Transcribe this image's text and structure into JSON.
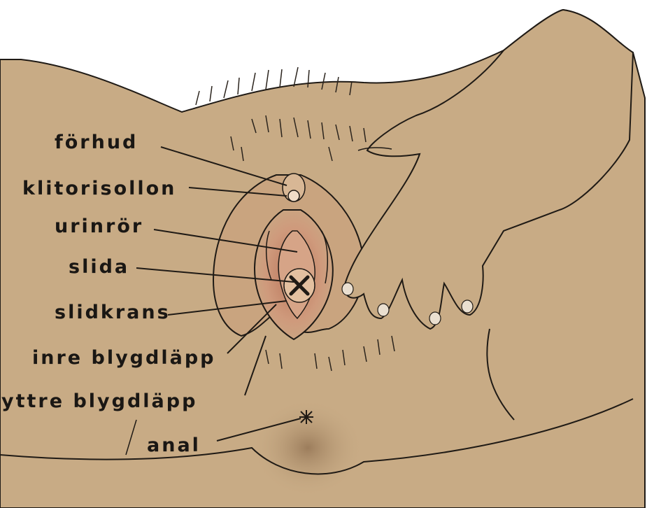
{
  "colors": {
    "skin": "#c8ab85",
    "skin_shadow": "#a98a66",
    "inner_pink": "#c98c6f",
    "inner_light": "#d9ab8b",
    "line": "#1f1a15",
    "hair": "#2a231c"
  },
  "labels": {
    "forhud": "förhud",
    "klitorisollon": "klitorisollon",
    "urinror": "urinrör",
    "slida": "slida",
    "slidkrans": "slidkrans",
    "inre_blygdlapp": "inre blygdläpp",
    "yttre_blygdlapp": "yttre blygdläpp",
    "anal": "anal"
  }
}
